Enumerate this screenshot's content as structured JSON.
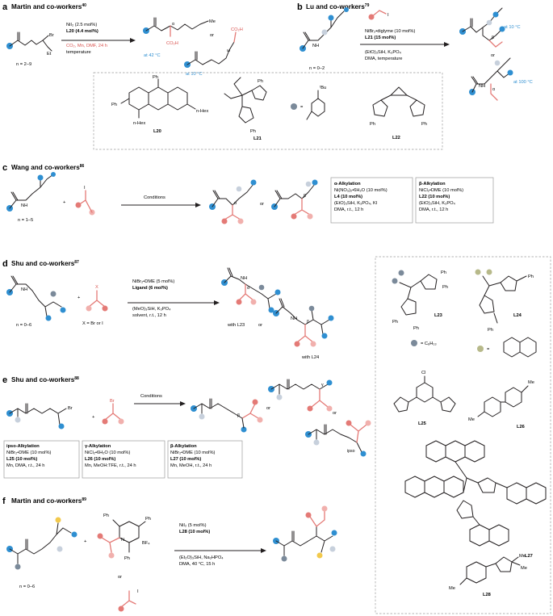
{
  "sections": {
    "a": {
      "letter": "a",
      "title": "Martin and co-workers",
      "ref": "40",
      "sub": "n = 2–9",
      "reactant_atom": "Br",
      "me": "Me",
      "cond": [
        "NiI₂ (2.5 mol%)",
        "L20 (4.4 mol%)",
        "CO₂, Mn, DMF, 24 h",
        "temperature"
      ],
      "prod_labels": [
        "CO₂H",
        "CO₂H"
      ],
      "greek": [
        "α",
        "ω"
      ],
      "or": "or",
      "temps": [
        "at 42 °C",
        "at 10 °C"
      ]
    },
    "b": {
      "letter": "b",
      "title": "Lu and co-workers",
      "ref": "79",
      "sub": "n = 0–2",
      "nh": "NH",
      "iodo": "I",
      "cond": [
        "NiBr₂•diglyme (10 mol%)",
        "L21 (15 mol%)",
        "(EtO)₃SiH, K₃PO₄",
        "DMA, temperature"
      ],
      "greek": [
        "β",
        "α"
      ],
      "or": "or",
      "temps": [
        "at 10 °C",
        "at 100 °C"
      ]
    },
    "ligands1": {
      "names": [
        "L20",
        "L21",
        "L22"
      ],
      "tbu": "ᵗBu",
      "eq": "=",
      "ph": "Ph",
      "hex": "n-Hex"
    },
    "c": {
      "letter": "c",
      "title": "Wang and co-workers",
      "ref": "86",
      "sub": "n = 1–5",
      "arrow": "Conditions",
      "plus": "+",
      "or": "or",
      "greek": [
        "α",
        "β"
      ],
      "box1": [
        "α-Alkylation",
        "Ni(NO₃)₂•6H₂O (10 mol%)",
        "L4 (10 mol%)",
        "(EtO)₃SiH, K₃PO₄, KI",
        "DMA, r.t., 12 h"
      ],
      "box2": [
        "β-Alkylation",
        "NiCl₂•DME (10 mol%)",
        "L22 (10 mol%)",
        "(EtO)₃SiH, K₃PO₄",
        "DMA, r.t., 12 h"
      ]
    },
    "d": {
      "letter": "d",
      "title": "Shu and co-workers",
      "ref": "87",
      "sub": "n = 0–6",
      "xlabel": "X = Br or I",
      "x": "X",
      "plus": "+",
      "cond": [
        "NiBr₂•DME (5 mol%)",
        "Ligand (6 mol%)",
        "(MeO)₃SiH, K₃PO₄",
        "solvent, r.t., 12 h"
      ],
      "with": [
        "with L23",
        "with L24"
      ],
      "or": "or",
      "greek": [
        "α",
        "β"
      ]
    },
    "ligands2": {
      "names": [
        "L23",
        "L24",
        "L25",
        "L26",
        "L27",
        "L28"
      ],
      "c6h13": "= C₆H₁₃",
      "eq": "=",
      "cl": "Cl",
      "me": "Me"
    },
    "e": {
      "letter": "e",
      "title": "Shu and co-workers",
      "ref": "88",
      "arrow": "Conditions",
      "plus": "+",
      "or": "or",
      "br": "Br",
      "greek": [
        "β",
        "γ",
        "ipso"
      ],
      "box1": [
        "ipso-Alkylation",
        "NiBr₂•DME (10 mol%)",
        "L25 (10 mol%)",
        "Mn, DMA, r.t., 24 h"
      ],
      "box2": [
        "γ-Alkylation",
        "NiCl₂•6H₂O (10 mol%)",
        "L26 (10 mol%)",
        "Mn, MeOH:TFE, r.t., 24 h"
      ],
      "box3": [
        "β-Alkylation",
        "NiBr₂•DME (10 mol%)",
        "L27 (10 mol%)",
        "Mn, MeOH, r.t., 24 h"
      ]
    },
    "f": {
      "letter": "f",
      "title": "Martin and co-workers",
      "ref": "89",
      "sub": "n = 0–6",
      "plus": "+",
      "or": "or",
      "pyr": "N",
      "bf4": "BF₄",
      "charge_pos": "+",
      "charge_neg": "−",
      "iodo": "I",
      "cond": [
        "NiI₂ (5 mol%)",
        "L28 (10 mol%)",
        "(Et₂O)₃SiH, Na₂HPO₄",
        "DMA, 40 °C, 15 h"
      ]
    }
  },
  "colors": {
    "blue": "#2f8fd1",
    "red": "#d9534f",
    "pink": "#e47a76",
    "grey": "#9a9a9a"
  }
}
